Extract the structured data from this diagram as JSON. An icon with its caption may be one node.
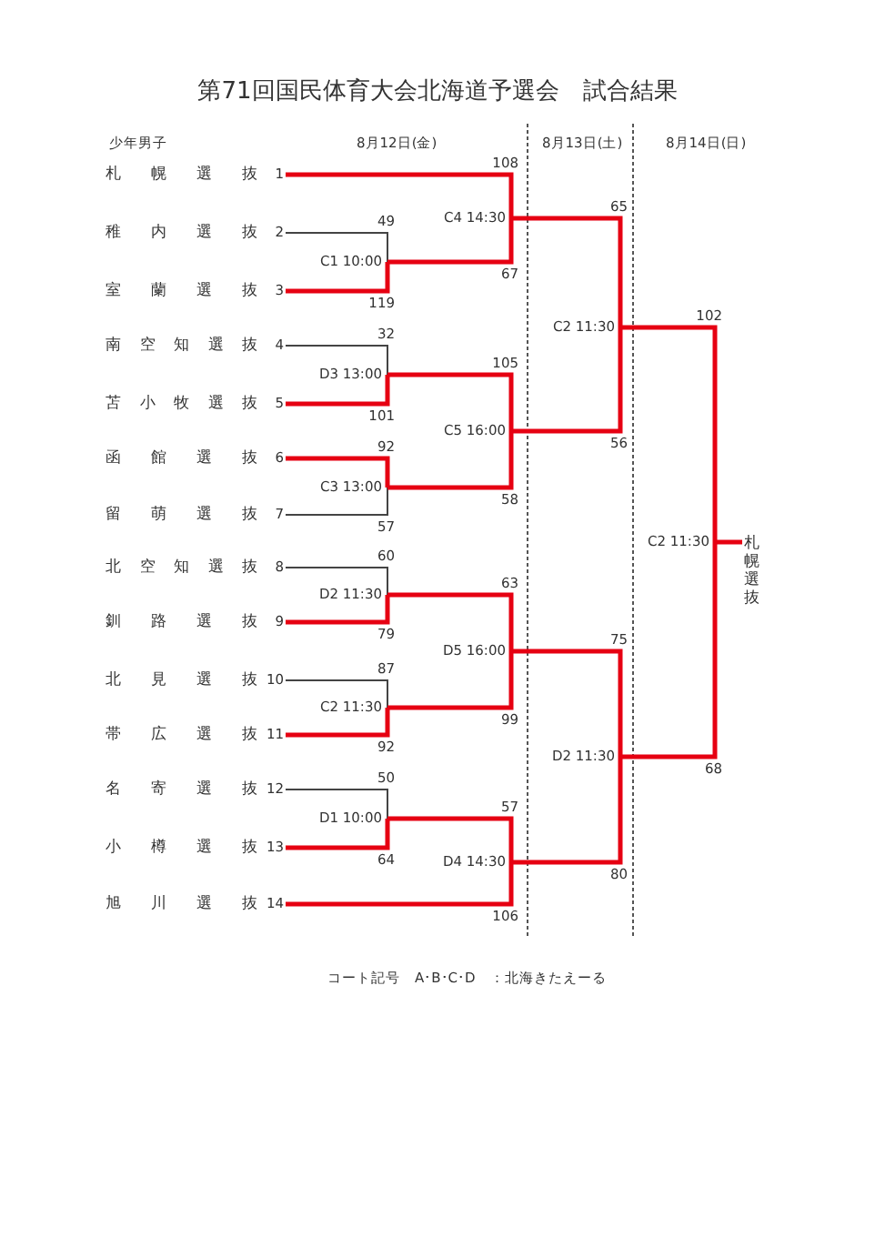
{
  "diagram": {
    "title": "第71回国民体育大会北海道予選会　試合結果",
    "nodes": [
      {
        "text": [
          "札幌選抜",
          "1"
        ]
      },
      {
        "text": [
          "稚内選抜",
          "2"
        ]
      },
      {
        "text": [
          "室蘭選抜",
          "3"
        ]
      },
      {
        "text": [
          "南空知選抜",
          "4"
        ]
      },
      {
        "text": [
          "苫小牧選抜",
          "5"
        ]
      },
      {
        "text": [
          "函館選抜",
          "6"
        ]
      },
      {
        "text": [
          "留萌選抜",
          "7"
        ]
      },
      {
        "text": [
          "北空知選抜",
          "8"
        ]
      },
      {
        "text": [
          "釧路選抜",
          "9"
        ]
      },
      {
        "text": [
          "北見選抜",
          "10"
        ]
      },
      {
        "text": [
          "帯広選抜",
          "11"
        ]
      },
      {
        "text": [
          "名寄選抜",
          "12"
        ]
      },
      {
        "text": [
          "小樽選抜",
          "13"
        ]
      },
      {
        "text": [
          "旭川選抜",
          "14"
        ]
      },
      {
        "text": [
          "C1 10:00"
        ]
      },
      {
        "text": [
          "D3 13:00"
        ]
      },
      {
        "text": [
          "C3 13:00"
        ]
      },
      {
        "text": [
          "D2 11:30"
        ]
      },
      {
        "text": [
          "C2 11:30"
        ]
      },
      {
        "text": [
          "D1 10:00"
        ]
      },
      {
        "text": [
          "C4 14:30"
        ]
      },
      {
        "text": [
          "C5 16:00"
        ]
      },
      {
        "text": [
          "D5 16:00"
        ]
      },
      {
        "text": [
          "D4 14:30"
        ]
      },
      {
        "text": [
          "C2 11:30"
        ]
      },
      {
        "text": [
          "D2 11:30"
        ]
      },
      {
        "text": [
          "C2 11:30"
        ]
      },
      {
        "text": [
          "札幌選抜"
        ]
      }
    ],
    "edges": [
      {
        "from": 0,
        "to": 20,
        "arrow": "none",
        "label": "108"
      },
      {
        "from": 1,
        "to": 14,
        "arrow": "none",
        "label": "49",
        "color": "#444444"
      },
      {
        "from": 2,
        "to": 14,
        "arrow": "none",
        "label": "119"
      },
      {
        "from": 3,
        "to": 15,
        "arrow": "none",
        "label": "32",
        "color": "#444444"
      },
      {
        "from": 4,
        "to": 15,
        "arrow": "none",
        "label": "101"
      },
      {
        "from": 5,
        "to": 16,
        "arrow": "none",
        "label": "92"
      },
      {
        "from": 6,
        "to": 16,
        "arrow": "none",
        "label": "57",
        "color": "#444444"
      },
      {
        "from": 7,
        "to": 17,
        "arrow": "none",
        "label": "60",
        "color": "#444444"
      },
      {
        "from": 8,
        "to": 17,
        "arrow": "none",
        "label": "79"
      },
      {
        "from": 9,
        "to": 18,
        "arrow": "none",
        "label": "87",
        "color": "#444444"
      },
      {
        "from": 10,
        "to": 18,
        "arrow": "none",
        "label": "92"
      },
      {
        "from": 11,
        "to": 19,
        "arrow": "none",
        "label": "50",
        "color": "#444444"
      },
      {
        "from": 12,
        "to": 19,
        "arrow": "none",
        "label": "64"
      },
      {
        "from": 14,
        "to": 20,
        "arrow": "none",
        "label": "67"
      },
      {
        "from": 15,
        "to": 21,
        "arrow": "none",
        "label": "105"
      },
      {
        "from": 16,
        "to": 21,
        "arrow": "none",
        "label": "58"
      },
      {
        "from": 17,
        "to": 22,
        "arrow": "none",
        "label": "63"
      },
      {
        "from": 18,
        "to": 22,
        "arrow": "none",
        "label": "99"
      },
      {
        "from": 19,
        "to": 23,
        "arrow": "none",
        "label": "57"
      },
      {
        "from": 13,
        "to": 23,
        "arrow": "none",
        "label": "106"
      },
      {
        "from": 20,
        "to": 24,
        "arrow": "none",
        "label": "65"
      },
      {
        "from": 21,
        "to": 24,
        "arrow": "none",
        "label": "56"
      },
      {
        "from": 22,
        "to": 25,
        "arrow": "none",
        "label": "75"
      },
      {
        "from": 23,
        "to": 25,
        "arrow": "none",
        "label": "80"
      },
      {
        "from": 24,
        "to": 26,
        "arrow": "none",
        "label": "102"
      },
      {
        "from": 25,
        "to": 26,
        "arrow": "none",
        "label": "68"
      },
      {
        "from": 26,
        "to": 27,
        "arrow": "none"
      }
    ],
    "labels": [
      "少年男子",
      "8月12日(金)",
      "8月13日(土)",
      "8月14日(日)",
      "コート記号　A･B･C･D　：北海きたえーる"
    ]
  }
}
